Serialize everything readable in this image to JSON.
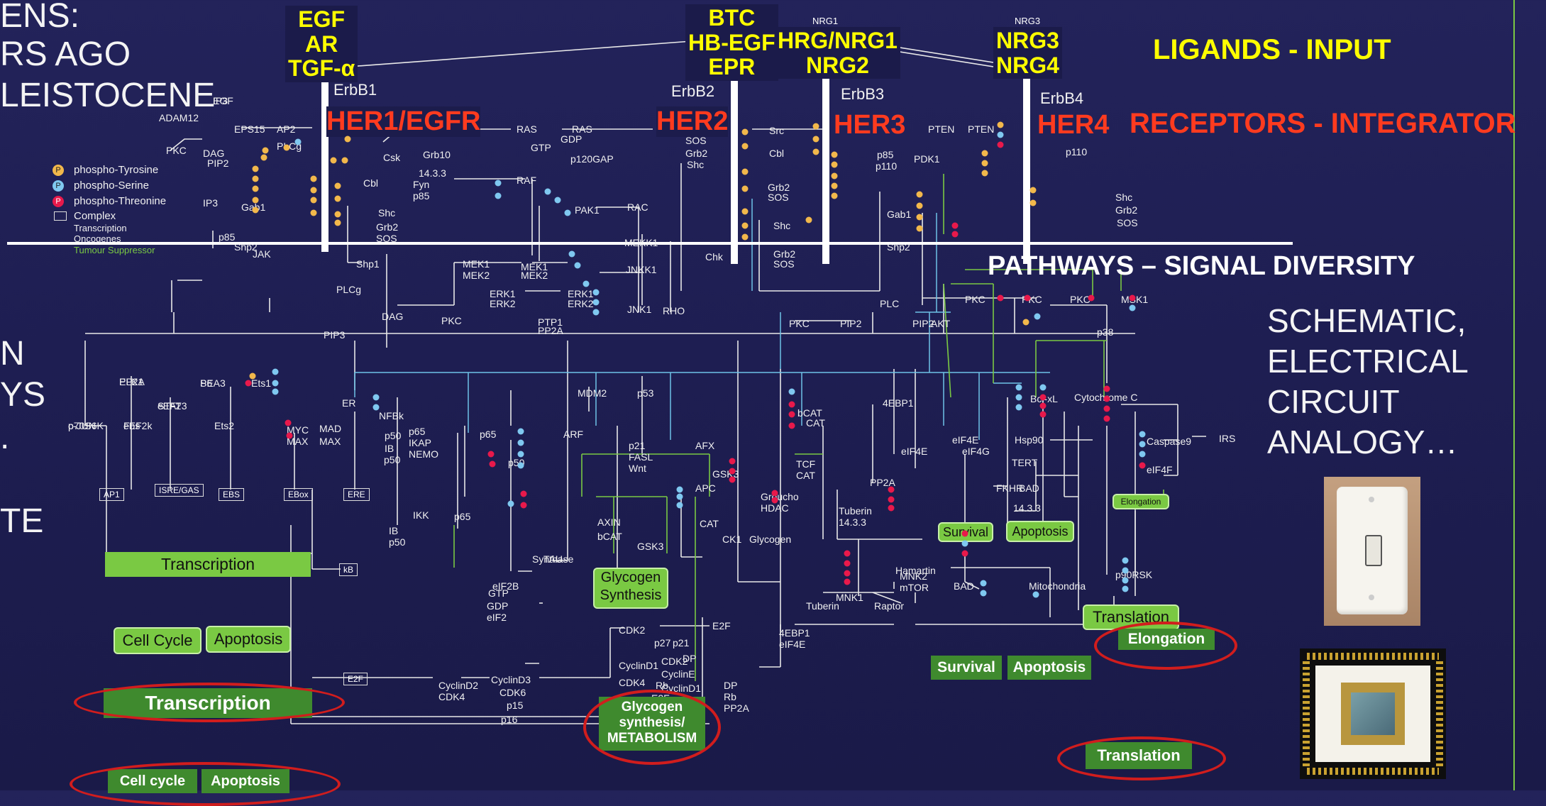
{
  "left_text": [
    "ENS:",
    "RS AGO",
    "LEISTOCENE",
    "N",
    "YS",
    ".",
    "TE"
  ],
  "ligands": [
    {
      "lines": [
        "EGF",
        "AR",
        "TGF-α"
      ]
    },
    {
      "lines": [
        "BTC",
        "HB-EGF",
        "EPR"
      ]
    },
    {
      "small": "NRG1",
      "lines": [
        "HRG/NRG1",
        "NRG2"
      ]
    },
    {
      "small": "NRG3",
      "lines": [
        "NRG3",
        "NRG4"
      ]
    }
  ],
  "ligands_heading": "LIGANDS - INPUT",
  "receptors": {
    "erbb": [
      "ErbB1",
      "ErbB2",
      "ErbB3",
      "ErbB4"
    ],
    "her": [
      "HER1/EGFR",
      "HER2",
      "HER3",
      "HER4"
    ]
  },
  "receptors_heading": "RECEPTORS - INTEGRATOR",
  "pathways_heading": "PATHWAYS – SIGNAL DIVERSITY",
  "schematic_text": [
    "SCHEMATIC,",
    "ELECTRICAL",
    "CIRCUIT",
    "ANALOGY…"
  ],
  "legend": {
    "items": [
      "phospho-Tyrosine",
      "phospho-Serine",
      "phospho-Threonine",
      "Complex",
      "Transcription",
      "Oncogenes",
      "Tumour Suppressor"
    ],
    "letters": [
      "P",
      "P",
      "P"
    ],
    "colors": {
      "tyrosine": "#f2b84b",
      "serine": "#7fc8f0",
      "threonine": "#e8194b",
      "tumour": "#7ac943"
    }
  },
  "pathway_labels": {
    "upper": [
      "EGF",
      "ADAM12",
      "EPS15",
      "AP2",
      "PKC",
      "DAG",
      "PLCg",
      "Grb10",
      "Csk",
      "14.3.3",
      "Fyn",
      "p85",
      "Cbl",
      "Shc",
      "Grb2",
      "SOS",
      "Gab1",
      "p85",
      "Shp2",
      "RAS",
      "GTP",
      "GDP",
      "RAS",
      "p120GAP",
      "RAF",
      "PAK1",
      "RAC",
      "MEKK1",
      "SOS",
      "Grb2",
      "Shc",
      "Src",
      "Cbl",
      "Grb2",
      "SOS",
      "Shc",
      "Grb2",
      "SOS",
      "Chk",
      "p85",
      "p110",
      "PDK1",
      "PTEN",
      "PTEN",
      "Gab1",
      "Shp2",
      "p110",
      "Shc",
      "Grb2",
      "SOS",
      "Shp1",
      "JAK",
      "PLCg",
      "MEK1",
      "MEK2",
      "MEK1",
      "MEK2",
      "JNKK1",
      "ERK1",
      "ERK2",
      "ERK1",
      "ERK2",
      "JNK1",
      "PTP1",
      "PP2A",
      "RHO",
      "PKC",
      "PLC",
      "PKC",
      "AKT",
      "PKC",
      "PKC",
      "PKC",
      "MSK1",
      "p38",
      "PIP2",
      "IP3",
      "DAG",
      "PIP2",
      "PIP2",
      "PIP3",
      "IP3"
    ],
    "lower": [
      "c-JUN",
      "Fos",
      "ELK1",
      "STAT3",
      "PEA3",
      "Ets1",
      "Ets2",
      "MYC",
      "MAX",
      "MAD",
      "MAX",
      "ER",
      "NFBk",
      "p50",
      "IB",
      "p50",
      "p65",
      "IKAP",
      "NEMO",
      "IKK",
      "IB",
      "p50",
      "p65",
      "p50",
      "p65",
      "MDM2",
      "p53",
      "ARF",
      "p21",
      "FASL",
      "Wnt",
      "AFX",
      "GSK3",
      "APC",
      "AXIN",
      "bCAT",
      "GSK3",
      "CAT",
      "CK1",
      "Glycogen",
      "Synthase",
      "TAU",
      "eIF2B",
      "GTP",
      "GDP",
      "eIF2",
      "CDK2",
      "p27",
      "p21",
      "CDK2",
      "CyclinE",
      "CyclinD1",
      "CyclinD1",
      "CDK4",
      "CyclinD2",
      "CDK4",
      "CyclinD3",
      "CDK6",
      "p15",
      "p16",
      "E2F",
      "DP",
      "Rb",
      "E2F",
      "DP",
      "Rb",
      "PP2A",
      "bCAT",
      "CAT",
      "TCF",
      "CAT",
      "Groucho",
      "HDAC",
      "Tuberin",
      "14.3.3",
      "Tuberin",
      "Hamartin",
      "MNK1",
      "MNK2",
      "mTOR",
      "Raptor",
      "4EBP1",
      "eIF4E",
      "4EBP1",
      "eIF4E",
      "PP2A",
      "eIF4E",
      "eIF4G",
      "Hsp90",
      "TERT",
      "FKHR",
      "BAD",
      "14.3.3",
      "BAD",
      "Mitochondria",
      "Bcl-xL",
      "Cytochrome C",
      "Caspase9",
      "IRS",
      "eIF4F",
      "p90RSK",
      "p70S6K",
      "eEF2k",
      "PP2A",
      "eEF2",
      "S6"
    ],
    "promoters": [
      "AP1",
      "ISRE/GAS",
      "EBS",
      "EBox",
      "ERE",
      "kB",
      "E2F"
    ]
  },
  "outputs": {
    "light": [
      "Transcription",
      "Cell Cycle",
      "Apoptosis",
      "Glycogen Synthesis",
      "Survival",
      "Apoptosis",
      "Translation",
      "Elongation"
    ],
    "dark": [
      "Transcription",
      "Cell cycle",
      "Apoptosis",
      "Glycogen synthesis/ METABOLISM",
      "Survival",
      "Apoptosis",
      "Elongation",
      "Translation"
    ]
  }
}
